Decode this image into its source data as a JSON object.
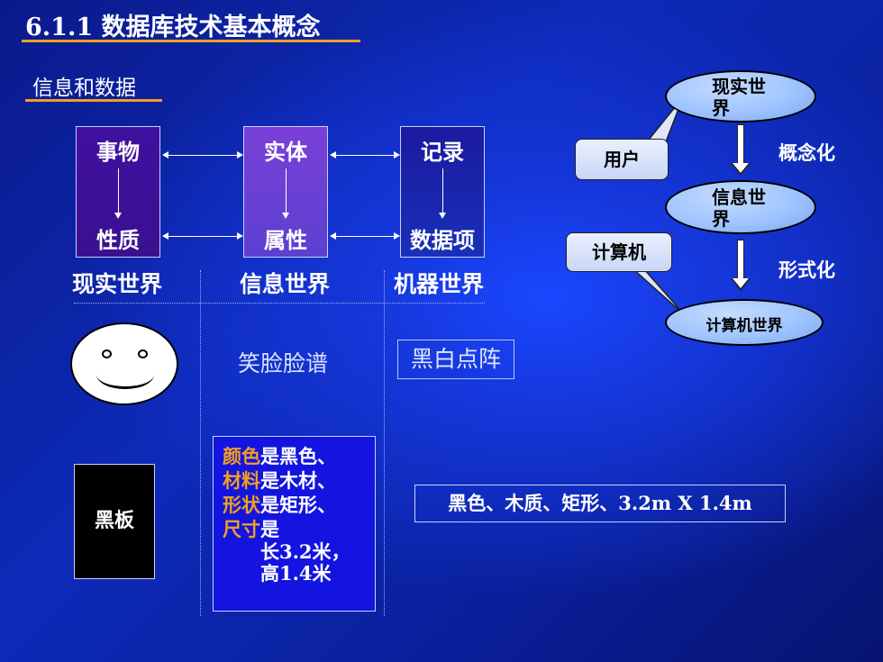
{
  "slide": {
    "title": "6.1.1 数据库技术基本概念",
    "subtitle": "信息和数据"
  },
  "columns": [
    {
      "top": "事物",
      "bottom": "性质",
      "world": "现实世界"
    },
    {
      "top": "实体",
      "bottom": "属性",
      "world": "信息世界"
    },
    {
      "top": "记录",
      "bottom": "数据项",
      "world": "机器世界"
    }
  ],
  "examples": {
    "smile_text": "笑脸脸谱",
    "dot_matrix": "黑白点阵",
    "blackboard": "黑板",
    "attributes": [
      {
        "name": "颜色",
        "value": "是黑色、"
      },
      {
        "name": "材料",
        "value": "是木材、"
      },
      {
        "name": "形状",
        "value": "是矩形、"
      },
      {
        "name": "尺寸",
        "value": "是"
      }
    ],
    "size_line1": "长3.2米，",
    "size_line2": "高1.4米",
    "description": "黑色、木质、矩形、3.2m X 1.4m"
  },
  "flow": {
    "real_world": "现实世界",
    "info_world": "信息世界",
    "computer_world": "计算机世界",
    "user": "用户",
    "computer": "计算机",
    "conceptualize": "概念化",
    "formalize": "形式化"
  },
  "colors": {
    "accent_line": "#f0a020",
    "attr_highlight": "#f0a020",
    "ellipse_fill": "#9fc4ff"
  }
}
